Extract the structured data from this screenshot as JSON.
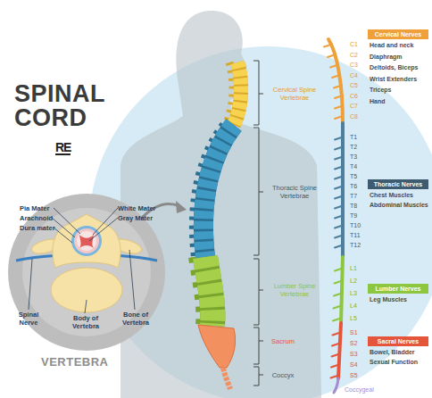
{
  "diagram": {
    "title": "SPINAL CORD",
    "nodes": [
      {
        "text": [
          "Cervical Nerves"
        ]
      },
      {
        "text": [
          "Thoracic Nerves"
        ]
      },
      {
        "text": [
          "Lumber Nerves"
        ]
      },
      {
        "text": [
          "Sacral Nerves"
        ]
      }
    ],
    "labels": [
      "RE",
      "Pia Mater",
      "Arachnoid",
      "Dura mater",
      "White Mater",
      "Gray Mater",
      "Spinal Nerve",
      "Body of Vertebra",
      "Bone of Vertebra",
      "VERTEBRA",
      "Cervical Spine Vertebrae",
      "Thoracic Spine Vertebrae",
      "Lumber Spine Vertebrae",
      "Sacrum",
      "Coccyx",
      "C1",
      "C2",
      "C3",
      "C4",
      "C5",
      "C6",
      "C7",
      "C8",
      "T1",
      "T2",
      "T3",
      "T4",
      "T5",
      "T6",
      "T7",
      "T8",
      "T9",
      "T10",
      "T11",
      "T12",
      "L1",
      "L2",
      "L3",
      "L4",
      "L5",
      "S1",
      "S2",
      "S3",
      "S4",
      "S5",
      "Coccygeal",
      "Head and neck",
      "Diaphragm",
      "Deltoids, Biceps",
      "Wrist Extenders",
      "Triceps",
      "Hand",
      "Chest Muscles",
      "Abdominal Muscles",
      "Leg Muscles",
      "Bowel, Bladder",
      "Sexual Function"
    ]
  }
}
